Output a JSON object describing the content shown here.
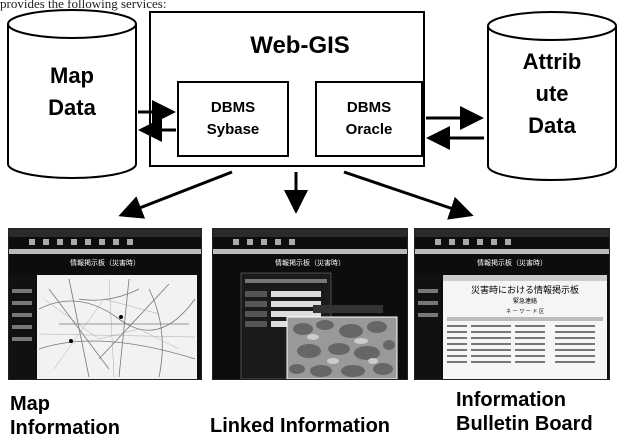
{
  "intro_fragment": "provides the following services:",
  "web_gis": {
    "title": "Web-GIS"
  },
  "map_data": {
    "line1": "Map",
    "line2": "Data"
  },
  "attribute_data": {
    "line1": "Attrib",
    "line2": "ute",
    "line3": "Data"
  },
  "dbms_sybase": {
    "line1": "DBMS",
    "line2": "Sybase"
  },
  "dbms_oracle": {
    "line1": "DBMS",
    "line2": "Oracle"
  },
  "outputs": [
    {
      "line1": "Map",
      "line2": "Information"
    },
    {
      "line1": "Linked Information"
    },
    {
      "line1": "Information",
      "line2": "Bulletin Board"
    }
  ],
  "screens": {
    "map_header": "情報掲示板（災害時）",
    "linked_header": "情報掲示板（災害時）",
    "bulletin_header": "情報掲示板（災害時）",
    "bulletin_title": "災害時における情報掲示板",
    "bulletin_subtitle": "緊急連絡",
    "bulletin_index": "ネ ー ワ ー ド 区"
  }
}
